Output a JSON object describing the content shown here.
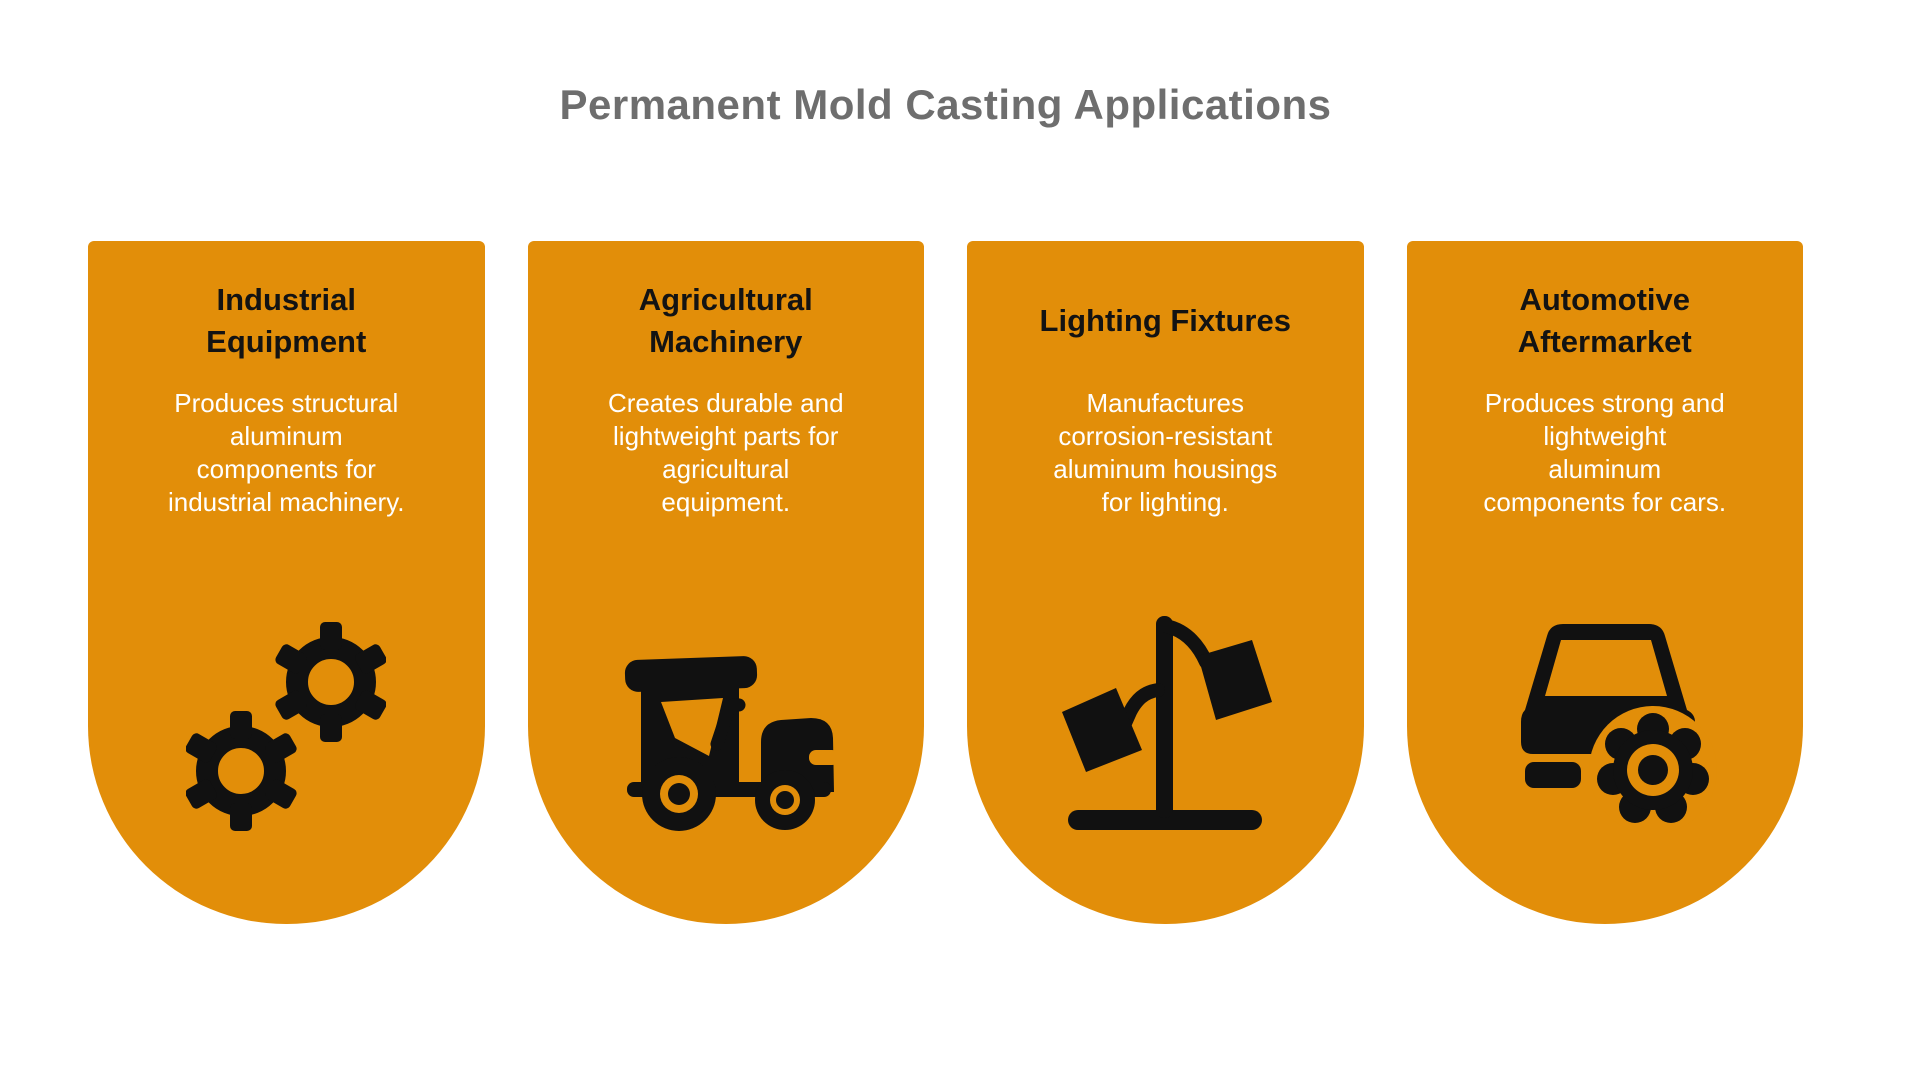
{
  "page": {
    "title": "Permanent Mold Casting Applications"
  },
  "colors": {
    "card_bg": "#E28E09",
    "icon_ink": "#111111",
    "title_gray": "#6E6E6E",
    "card_title": "#131313",
    "card_body": "#FFFFFF",
    "page_bg": "#FFFFFF"
  },
  "cards": [
    {
      "title": "Industrial\nEquipment",
      "body": "Produces structural\naluminum\ncomponents for\nindustrial machinery.",
      "icon": "gears-icon"
    },
    {
      "title": "Agricultural\nMachinery",
      "body": "Creates durable and\nlightweight parts for\nagricultural\nequipment.",
      "icon": "tractor-icon"
    },
    {
      "title": "Lighting Fixtures",
      "body": "Manufactures\ncorrosion-resistant\naluminum housings\nfor lighting.",
      "icon": "street-lamp-icon"
    },
    {
      "title": "Automotive\nAftermarket",
      "body": "Produces strong and\nlightweight\naluminum\ncomponents for cars.",
      "icon": "car-gear-icon"
    }
  ]
}
